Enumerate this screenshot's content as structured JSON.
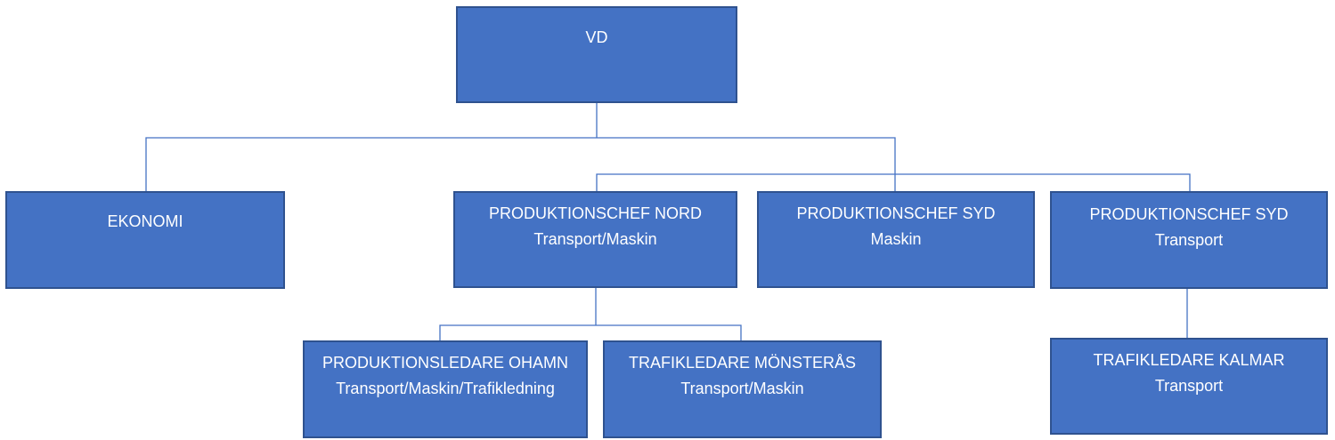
{
  "colors": {
    "box_fill": "#4472c4",
    "box_border": "#2f528f",
    "connector": "#4472c4",
    "text": "#ffffff"
  },
  "nodes": {
    "vd": {
      "lines": [
        "VD"
      ]
    },
    "ekonomi": {
      "lines": [
        "EKONOMI"
      ]
    },
    "pc_nord": {
      "lines": [
        "PRODUKTIONSCHEF NORD",
        "Transport/Maskin"
      ]
    },
    "pc_syd_maskin": {
      "lines": [
        "PRODUKTIONSCHEF SYD",
        "Maskin"
      ]
    },
    "pc_syd_transport": {
      "lines": [
        "PRODUKTIONSCHEF SYD",
        "Transport"
      ]
    },
    "pl_ohamn": {
      "lines": [
        "PRODUKTIONSLEDARE OHAMN",
        "Transport/Maskin/Trafikledning"
      ]
    },
    "tl_monsteras": {
      "lines": [
        "TRAFIKLEDARE MÖNSTERÅS",
        "Transport/Maskin"
      ]
    },
    "tl_kalmar": {
      "lines": [
        "TRAFIKLEDARE KALMAR",
        "Transport"
      ]
    }
  }
}
